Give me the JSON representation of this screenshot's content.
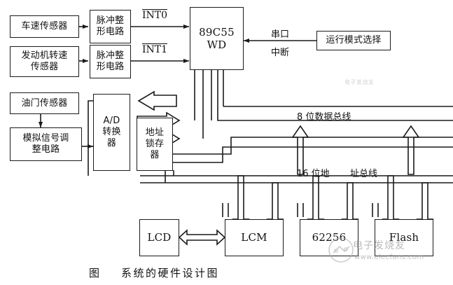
{
  "figure": {
    "caption_prefix": "图",
    "caption_text": "系统的硬件设计图"
  },
  "watermark": {
    "brand": "电子发烧友",
    "url": "www.elecfans.com",
    "faint": "电子发烧友"
  },
  "blocks": {
    "speed_sensor": {
      "label": "车速传感器"
    },
    "pulse_shaper_1": {
      "label": "脉冲整\n形电路"
    },
    "engine_speed_sensor": {
      "label": "发动机转速\n传感器"
    },
    "pulse_shaper_2": {
      "label": "脉冲整\n形电路"
    },
    "throttle_sensor": {
      "label": "油门传感器"
    },
    "analog_conditioner": {
      "label": "模拟信号调\n整电路"
    },
    "ad_converter": {
      "label": "A/D\n转换\n器"
    },
    "address_latch": {
      "label": "地址\n锁存\n器"
    },
    "mcu": {
      "label": "89C55\nWD"
    },
    "mode_select": {
      "label": "运行模式选择"
    },
    "lcd": {
      "label": "LCD"
    },
    "lcm": {
      "label": "LCM"
    },
    "sram": {
      "label": "62256"
    },
    "flash": {
      "label": "Flash"
    }
  },
  "signals": {
    "int0": "INT0",
    "int1": "INT1",
    "serial_port": "串口",
    "interrupt": "中断"
  },
  "buses": {
    "data_bus": "8 位数据总线",
    "address_bus_left": "16 位地",
    "address_bus_right": "址总线"
  },
  "colors": {
    "line": "#1a1a1a",
    "background": "#ffffff",
    "text": "#111111",
    "watermark": "#9a9a9a"
  }
}
